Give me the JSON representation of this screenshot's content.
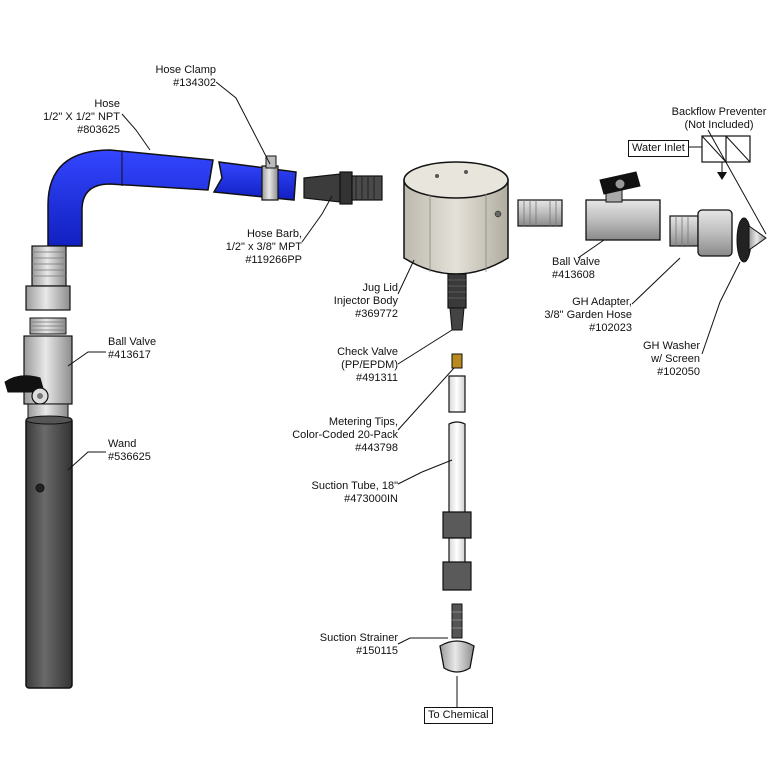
{
  "colors": {
    "hose": "#1f2fe0",
    "hose_dark": "#0d1aa8",
    "metal": "#c9c9c9",
    "metal_dark": "#8a8a8a",
    "body": "#d9d6cc",
    "wand": "#4a4a4a",
    "black": "#111111"
  },
  "parts": {
    "hose_clamp": {
      "name": "Hose Clamp",
      "number": "#134302"
    },
    "hose": {
      "name": "Hose",
      "spec": "1/2\" X 1/2\" NPT",
      "number": "#803625"
    },
    "hose_barb": {
      "name": "Hose Barb,",
      "spec": "1/2\" x 3/8\" MPT",
      "number": "#119266PP"
    },
    "jug_lid": {
      "name": "Jug Lid",
      "spec": "Injector Body",
      "number": "#369772"
    },
    "check_valve": {
      "name": "Check Valve",
      "spec": "(PP/EPDM)",
      "number": "#491311"
    },
    "metering_tips": {
      "name": "Metering Tips,",
      "spec": "Color-Coded 20-Pack",
      "number": "#443798"
    },
    "suction_tube": {
      "name": "Suction Tube, 18\"",
      "number": "#473000IN"
    },
    "suction_strainer": {
      "name": "Suction Strainer",
      "number": "#150115"
    },
    "ball_valve_left": {
      "name": "Ball Valve",
      "number": "#413617"
    },
    "wand": {
      "name": "Wand",
      "number": "#536625"
    },
    "ball_valve_right": {
      "name": "Ball Valve",
      "number": "#413608"
    },
    "gh_adapter": {
      "name": "GH Adapter,",
      "spec": "3/8\" Garden Hose",
      "number": "#102023"
    },
    "gh_washer": {
      "name": "GH Washer",
      "spec": "w/ Screen",
      "number": "#102050"
    },
    "backflow": {
      "name": "Backflow Preventer",
      "spec": "(Not Included)"
    }
  },
  "callouts": {
    "water_inlet": "Water Inlet",
    "to_chemical": "To Chemical"
  }
}
